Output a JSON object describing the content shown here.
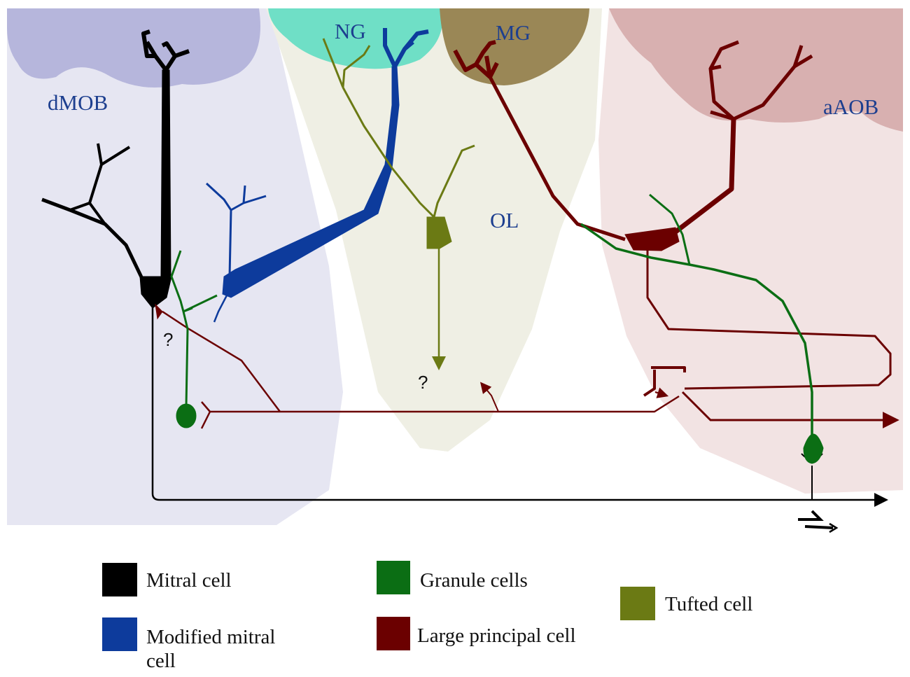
{
  "colors": {
    "mitral": "#000000",
    "modified_mitral": "#0d3b9c",
    "granule": "#0b6e14",
    "large_principal": "#6b0000",
    "tufted": "#6b7a14",
    "region_text": "#1d3f8f",
    "dmob_bg": "#e6e6f2",
    "dmob_glom": "#b6b6dc",
    "ol_bg": "#efefe4",
    "ng_glom": "#6fdfc6",
    "mg_glom": "#9a8756",
    "aaob_bg": "#f2e3e3",
    "aaob_glom": "#d8b0b0"
  },
  "regions": {
    "dmob": "dMOB",
    "ng": "NG",
    "mg": "MG",
    "ol": "OL",
    "aaob": "aAOB"
  },
  "annotations": {
    "question_left": "?",
    "question_center": "?"
  },
  "legend": {
    "mitral": "Mitral cell",
    "modified_mitral_line1": "Modified mitral",
    "modified_mitral_line2": "cell",
    "granule": "Granule cells",
    "large_principal": "Large principal cell",
    "tufted": "Tufted cell"
  }
}
